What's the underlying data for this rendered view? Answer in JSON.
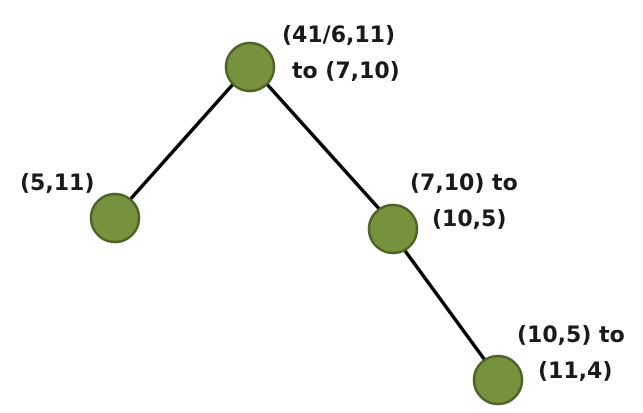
{
  "colors": {
    "node_fill": "#76923C",
    "node_stroke": "#4F6228",
    "edge": "#000000",
    "text": "#1a1a1a"
  },
  "tree": {
    "root": {
      "label_line1": "(41/6,11)",
      "label_line2": "to (7,10)"
    },
    "left_child": {
      "label_line1": "(5,11)"
    },
    "right_child": {
      "label_line1": "(7,10) to",
      "label_line2": "(10,5)"
    },
    "right_grandchild": {
      "label_line1": "(10,5) to",
      "label_line2": "(11,4)"
    }
  }
}
